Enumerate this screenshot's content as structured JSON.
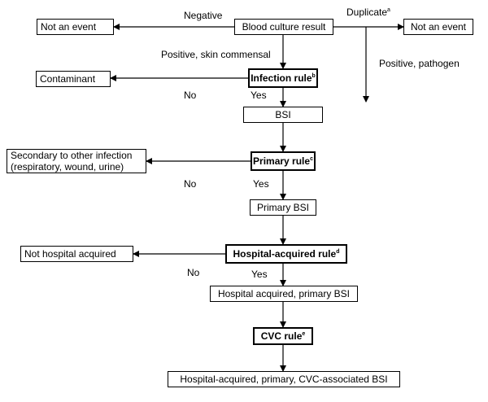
{
  "colors": {
    "line": "#000000",
    "background": "#ffffff"
  },
  "nodes": {
    "blood_culture": "Blood culture result",
    "not_event_left": "Not an event",
    "not_event_right": "Not an event",
    "infection_rule": "Infection rule",
    "infection_rule_note": "b",
    "contaminant": "Contaminant",
    "bsi": "BSI",
    "primary_rule": "Primary rule",
    "primary_rule_note": "c",
    "secondary_line1": "Secondary to other infection",
    "secondary_line2": "(respiratory, wound, urine)",
    "primary_bsi": "Primary BSI",
    "hospital_rule": "Hospital-acquired rule",
    "hospital_rule_note": "d",
    "not_hospital": "Not hospital acquired",
    "hosp_primary_bsi": "Hospital acquired, primary BSI",
    "cvc_rule": "CVC rule",
    "cvc_rule_note": "e",
    "final": "Hospital-acquired, primary, CVC-associated BSI"
  },
  "labels": {
    "negative": "Negative",
    "duplicate": "Duplicate",
    "duplicate_note": "a",
    "positive_skin": "Positive, skin commensal",
    "positive_pathogen": "Positive, pathogen",
    "no1": "No",
    "yes1": "Yes",
    "no2": "No",
    "yes2": "Yes",
    "no3": "No",
    "yes3": "Yes"
  }
}
